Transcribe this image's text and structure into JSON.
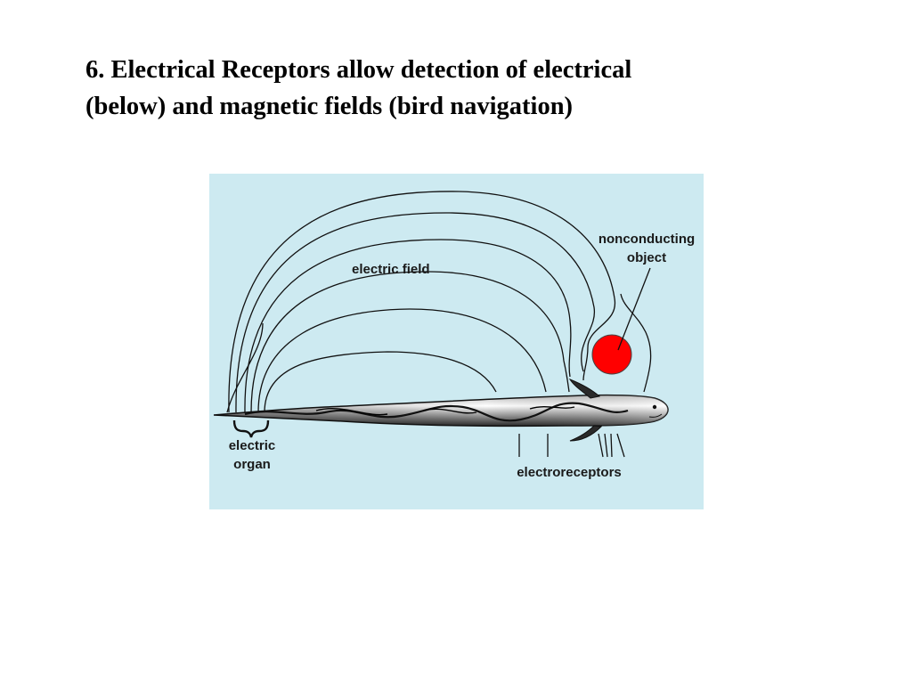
{
  "slide": {
    "title_line1": "6. Electrical Receptors allow detection of electrical",
    "title_line2": "(below) and magnetic fields (bird navigation)"
  },
  "figure": {
    "background_color": "#cdeaf1",
    "object_color": "#ff0000",
    "labels": {
      "electric_field": "electric field",
      "nonconducting_line1": "nonconducting",
      "nonconducting_line2": "object",
      "electric_organ_line1": "electric",
      "electric_organ_line2": "organ",
      "electroreceptors": "electroreceptors"
    }
  }
}
